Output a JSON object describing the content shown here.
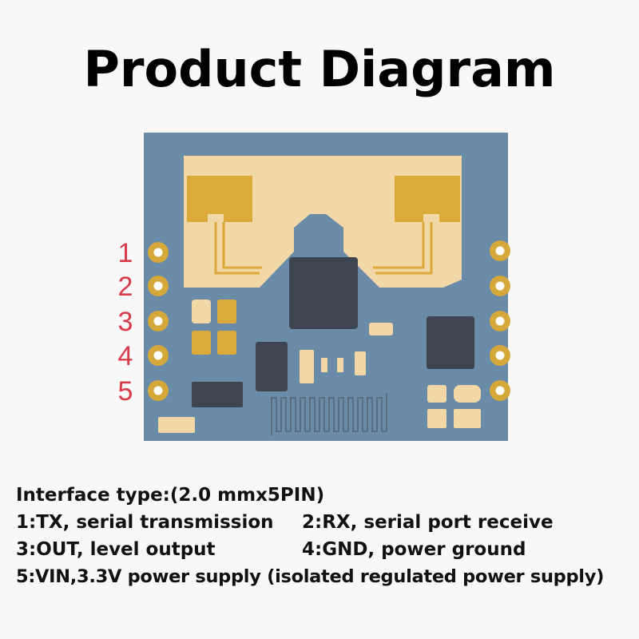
{
  "title": "Product Diagram",
  "pins": [
    "1",
    "2",
    "3",
    "4",
    "5"
  ],
  "interface": "Interface type:(2.0 mmx5PIN)",
  "pin_descriptions": [
    "1:TX, serial transmission",
    "2:RX, serial port receive",
    "3:OUT, level output",
    "4:GND, power ground",
    "5:VIN,3.3V power supply (isolated regulated power supply)"
  ],
  "colors": {
    "board": "#6b8ca8",
    "antenna": "#f2d8a6",
    "gold": "#dcaa3a",
    "chip": "#3d4650",
    "pin_label": "#d83a4a",
    "pad_ring": "#d6a83a"
  }
}
